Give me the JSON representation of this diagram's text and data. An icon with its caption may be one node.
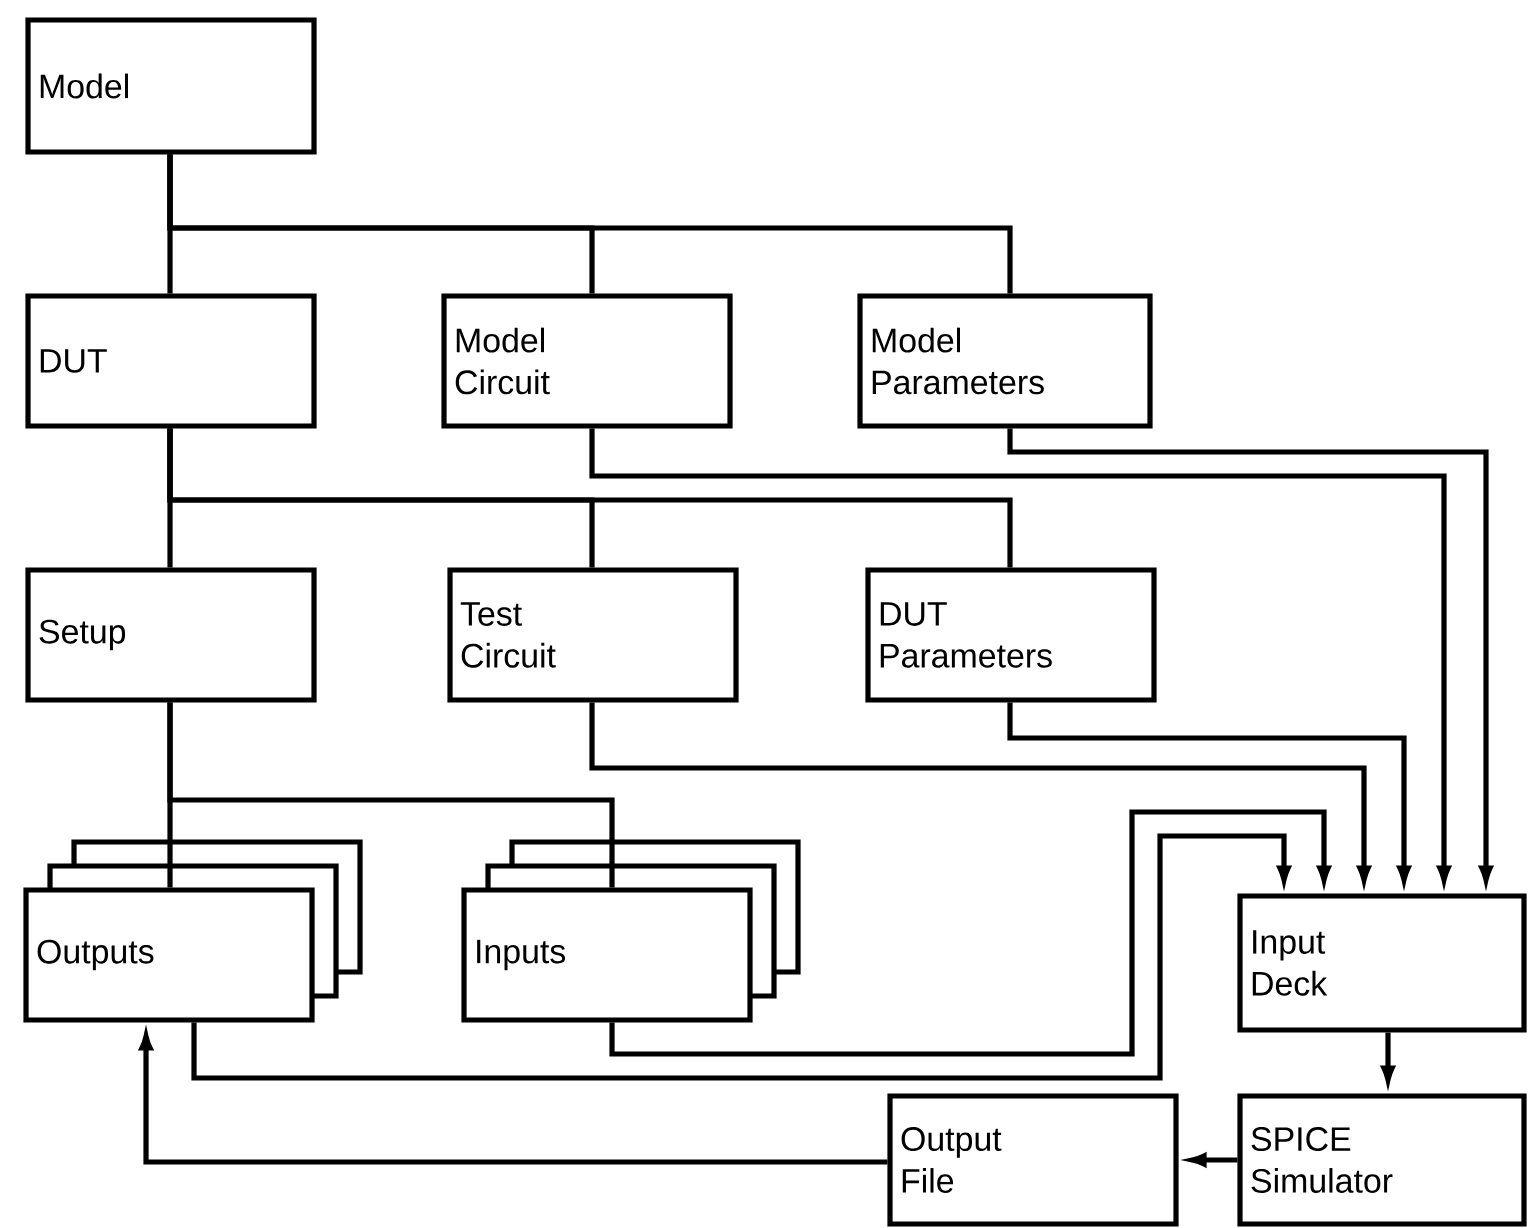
{
  "diagram": {
    "nodes": [
      {
        "text": [
          "Model"
        ]
      },
      {
        "text": [
          "DUT"
        ]
      },
      {
        "text": [
          "Model Circuit"
        ]
      },
      {
        "text": [
          "Model Parameters"
        ]
      },
      {
        "text": [
          "Setup"
        ]
      },
      {
        "text": [
          "Test Circuit"
        ]
      },
      {
        "text": [
          "DUT Parameters"
        ]
      },
      {
        "text": [
          "Outputs"
        ]
      },
      {
        "text": [
          "Inputs"
        ]
      },
      {
        "text": [
          "Input Deck"
        ]
      },
      {
        "text": [
          "SPICE Simulator"
        ]
      },
      {
        "text": [
          "Output File"
        ]
      }
    ],
    "edges": [
      {
        "from": 0,
        "to": 1,
        "arrow": "none"
      },
      {
        "from": 0,
        "to": 2,
        "arrow": "none"
      },
      {
        "from": 0,
        "to": 3,
        "arrow": "none"
      },
      {
        "from": 1,
        "to": 4,
        "arrow": "none"
      },
      {
        "from": 1,
        "to": 5,
        "arrow": "none"
      },
      {
        "from": 1,
        "to": 6,
        "arrow": "none"
      },
      {
        "from": 4,
        "to": 7,
        "arrow": "none"
      },
      {
        "from": 4,
        "to": 8,
        "arrow": "none"
      },
      {
        "from": 2,
        "to": 9,
        "arrow": "to"
      },
      {
        "from": 3,
        "to": 9,
        "arrow": "to"
      },
      {
        "from": 5,
        "to": 9,
        "arrow": "to"
      },
      {
        "from": 6,
        "to": 9,
        "arrow": "to"
      },
      {
        "from": 8,
        "to": 9,
        "arrow": "to"
      },
      {
        "from": 7,
        "to": 9,
        "arrow": "to"
      },
      {
        "from": 9,
        "to": 10,
        "arrow": "to"
      },
      {
        "from": 10,
        "to": 11,
        "arrow": "to"
      },
      {
        "from": 11,
        "to": 7,
        "arrow": "to"
      }
    ]
  }
}
